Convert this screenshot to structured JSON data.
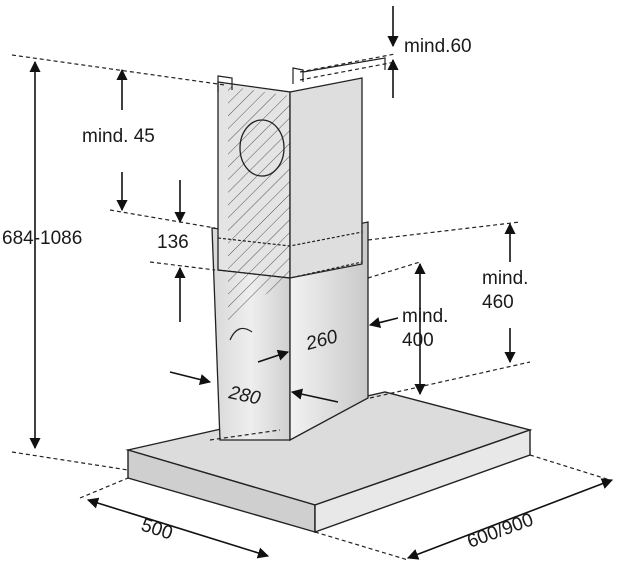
{
  "labels": {
    "mind60": "mind.60",
    "mind45": "mind. 45",
    "total_height": "684-1086",
    "d136": "136",
    "mind460_a": "mind.",
    "mind460_b": "460",
    "mind400_a": "mind.",
    "mind400_b": "400",
    "d260": "260",
    "d280": "280",
    "d500": "500",
    "d600_900": "600/900"
  },
  "colors": {
    "steel_light": "#e6e6e6",
    "steel_mid": "#cfcfcf",
    "steel_dark": "#b5b5b5",
    "line": "#1a1a1a"
  }
}
